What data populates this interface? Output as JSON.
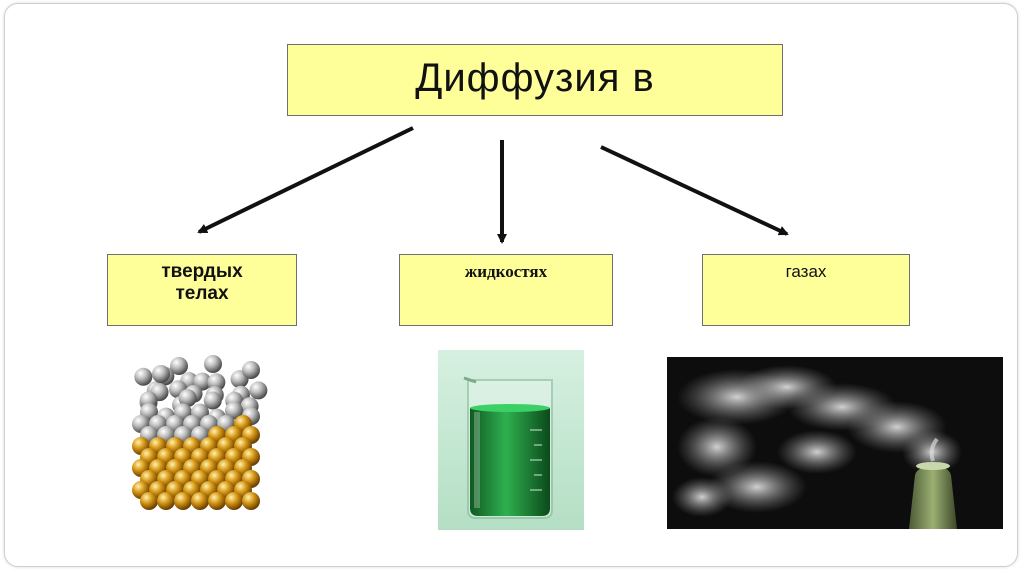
{
  "title": "Диффузия в",
  "categories": [
    {
      "id": "solid",
      "lines": [
        "твердых",
        "телах"
      ]
    },
    {
      "id": "liquid",
      "lines": [
        "жидкостях"
      ]
    },
    {
      "id": "gas",
      "lines": [
        "газах"
      ]
    }
  ],
  "colors": {
    "box_fill": "#ffff99",
    "arrow": "#111111",
    "solid_top_sphere": "#b9b9b9",
    "solid_bottom_sphere": "#d79a1c",
    "liquid": "#1f8a3a",
    "gas_background": "#111111"
  },
  "icons": {
    "solid_image": "metal-spheres-lattice-icon",
    "liquid_image": "beaker-green-liquid-icon",
    "gas_image": "smoke-diffuser-icon"
  }
}
